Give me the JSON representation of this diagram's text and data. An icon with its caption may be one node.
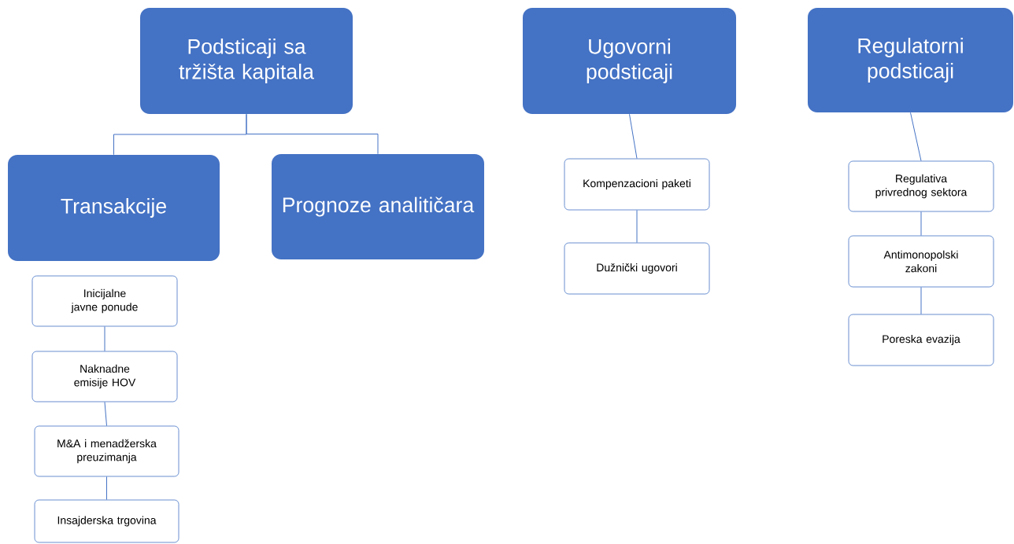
{
  "diagram": {
    "nodes": [
      {
        "text": [
          "Podsticaji sa tržišta kapitala"
        ]
      },
      {
        "text": [
          "Transakcije"
        ]
      },
      {
        "text": [
          "Prognoze analitičara"
        ]
      },
      {
        "text": [
          "Inicijalne javne ponude"
        ]
      },
      {
        "text": [
          "Naknadne emisije HOV"
        ]
      },
      {
        "text": [
          "M&A i menadžerska preuzimanja"
        ]
      },
      {
        "text": [
          "Insajderska trgovina"
        ]
      },
      {
        "text": [
          "Ugovorni podsticaji"
        ]
      },
      {
        "text": [
          "Kompenzacioni paketi"
        ]
      },
      {
        "text": [
          "Dužnički ugovori"
        ]
      },
      {
        "text": [
          "Regulatorni podsticaji"
        ]
      },
      {
        "text": [
          "Regulativa privrednog sektora"
        ]
      },
      {
        "text": [
          "Antimonopolski zakoni"
        ]
      },
      {
        "text": [
          "Poreska evazija"
        ]
      }
    ],
    "edges": [
      {
        "from": 0,
        "to": 1,
        "arrow": "none"
      },
      {
        "from": 0,
        "to": 2,
        "arrow": "none"
      },
      {
        "from": 3,
        "to": 4,
        "arrow": "none"
      },
      {
        "from": 4,
        "to": 5,
        "arrow": "none"
      },
      {
        "from": 5,
        "to": 6,
        "arrow": "none"
      },
      {
        "from": 7,
        "to": 8,
        "arrow": "none"
      },
      {
        "from": 8,
        "to": 9,
        "arrow": "none"
      },
      {
        "from": 10,
        "to": 11,
        "arrow": "none"
      },
      {
        "from": 11,
        "to": 12,
        "arrow": "none"
      },
      {
        "from": 12,
        "to": 13,
        "arrow": "none"
      }
    ]
  }
}
